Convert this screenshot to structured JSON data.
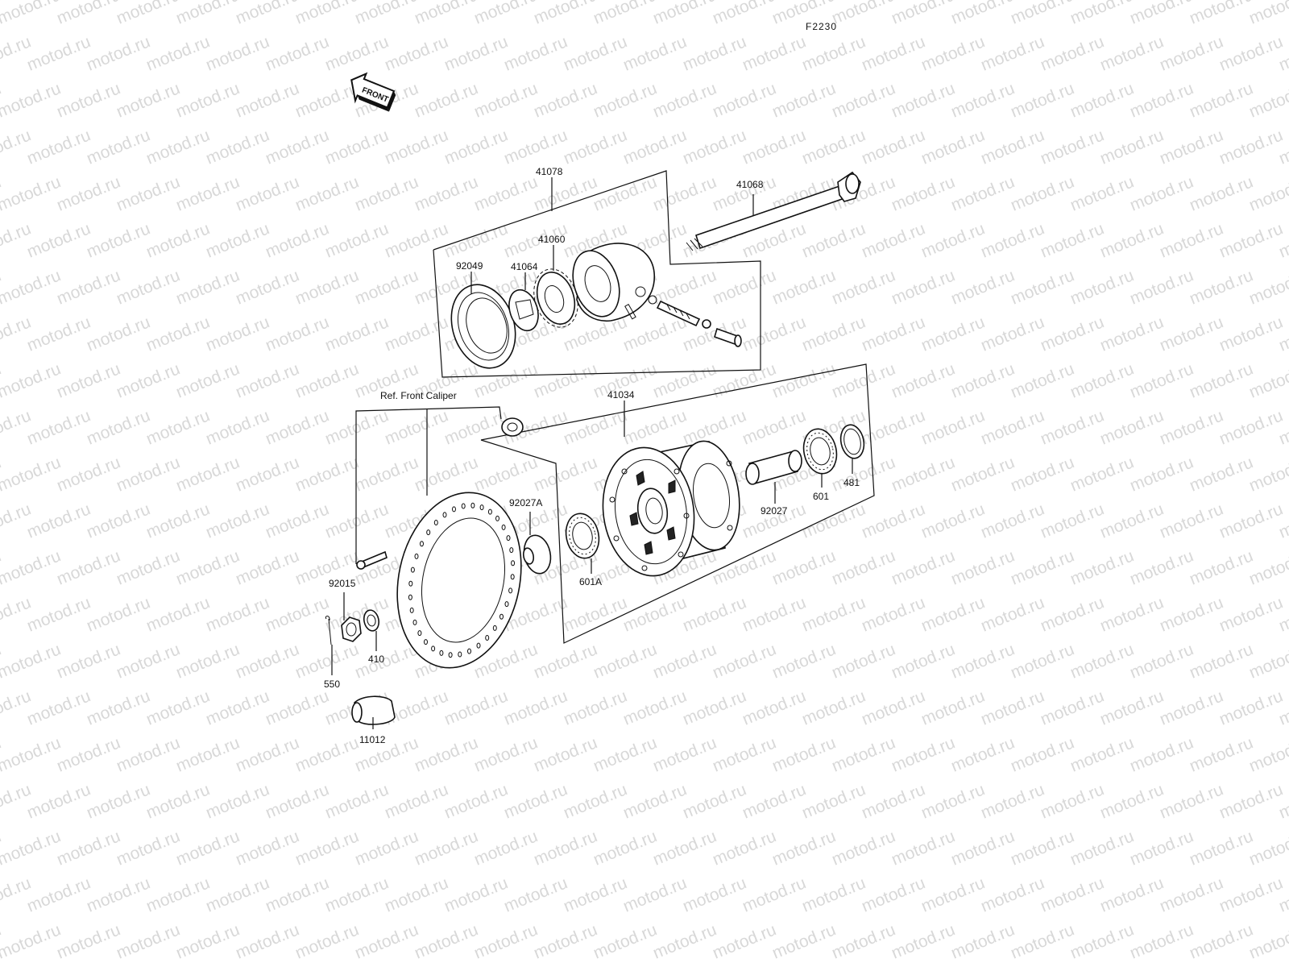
{
  "figure_code": "F2230",
  "direction_tag": "FRONT",
  "watermark": "motod.ru",
  "reference_note": "Ref. Front Caliper",
  "callouts": {
    "p41078": "41078",
    "p41068": "41068",
    "p41060": "41060",
    "p92049": "92049",
    "p41064": "41064",
    "p41034": "41034",
    "p92027A": "92027A",
    "p601A": "601A",
    "p92027": "92027",
    "p601": "601",
    "p481": "481",
    "p92015": "92015",
    "p410": "410",
    "p550": "550",
    "p11012": "11012"
  }
}
